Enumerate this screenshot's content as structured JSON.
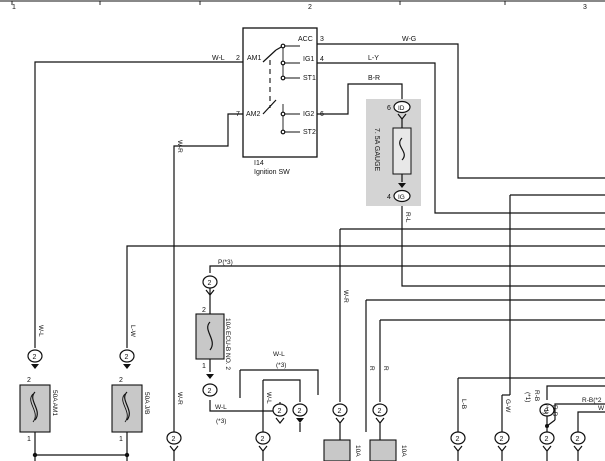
{
  "top_ruler": {
    "marks": [
      "1",
      "2",
      "3"
    ]
  },
  "colors": {
    "wire": "#111111",
    "fuse_fill": "#c8c8c8",
    "gauge_fill": "#d4d4d4",
    "background": "#ffffff"
  },
  "ignition_switch": {
    "code": "I14",
    "name": "Ignition SW",
    "terminals": {
      "acc": {
        "label": "ACC",
        "pin": "3"
      },
      "ig1": {
        "label": "IG1",
        "pin": "4"
      },
      "st1": {
        "label": "ST1"
      },
      "am1": {
        "label": "AM1",
        "pin": "2"
      },
      "am2": {
        "label": "AM2",
        "pin": "7"
      },
      "ig2": {
        "label": "IG2",
        "pin": "6"
      },
      "st2": {
        "label": "ST2"
      }
    }
  },
  "gauge_fuse": {
    "label": "7. 5A GAUGE",
    "in": {
      "label": "ID",
      "pin": "6"
    },
    "out": {
      "label": "IG",
      "pin": "4"
    }
  },
  "ecu_fuse": {
    "label": "10A ECU-B NO. 2",
    "pin_top": "2",
    "pin_bottom": "1"
  },
  "fuse_am1": {
    "label": "50A AM1",
    "pin_top": "2",
    "pin_bottom": "1"
  },
  "fuse_jb": {
    "label": "50A J/B",
    "pin_top": "2",
    "pin_bottom": "1"
  },
  "fuse_a": {
    "label": "10A"
  },
  "fuse_b": {
    "label": "10A"
  },
  "wire_labels": {
    "w_g": "W-G",
    "l_y": "L-Y",
    "b_r": "B-R",
    "w_l_am1": "W-L",
    "w_r_am2": "W-R",
    "r_l": "R-L",
    "p_3": "P(*3)",
    "w_r_mid": "W-R",
    "w_l_vert": "W-L",
    "l_w": "L-W",
    "w_l_top": "W-L",
    "star3_top": "(*3)",
    "w_l_star": "W-L",
    "star3_bot": "(*3)",
    "w_r_low": "W-R",
    "w_l_low": "W-L",
    "r_1": "R",
    "r_2": "R",
    "l_b": "L-B",
    "g_w": "G-W",
    "r_b_star1": "R-B",
    "star1": "(*1)",
    "r_b_2": "R-B",
    "star1b": "(*1)",
    "r_b_3": "R-B(*2",
    "w_end": "W"
  },
  "connectors": {
    "c_ecu_top": "2",
    "c_ecu_bot": "2",
    "c_am1": "2",
    "c_jb": "2",
    "c_b1": "2",
    "c_b2": "2",
    "c_b3": "2",
    "c_b4": "2",
    "c_b5": "2",
    "c_b6": "2",
    "c_b7": "2",
    "c_b8": "2",
    "c_b9": "2",
    "c_b10": "2",
    "c_b11": "2"
  }
}
